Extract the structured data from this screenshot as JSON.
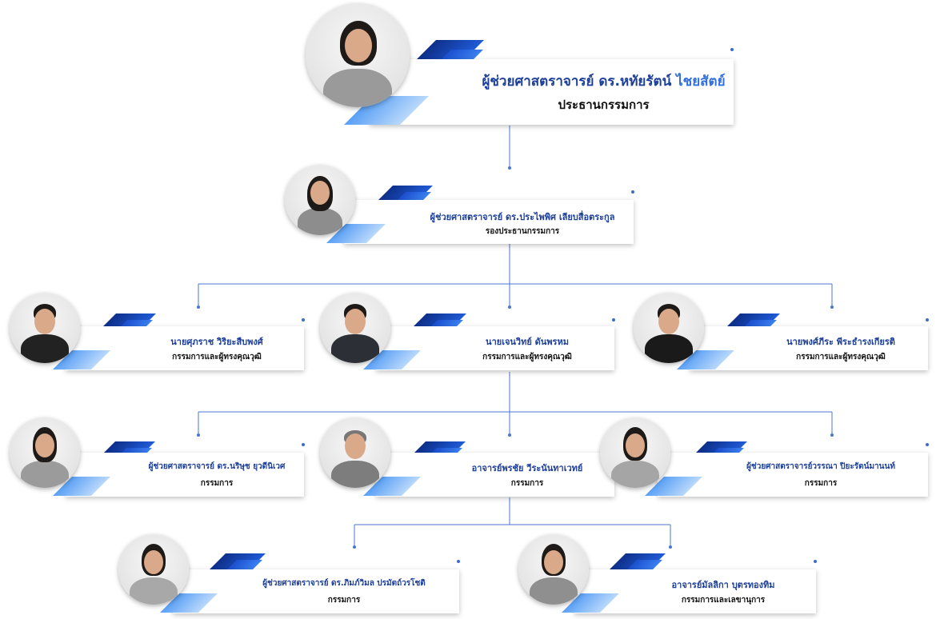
{
  "members": [
    {
      "id": "chair",
      "first": "ผู้ช่วยศาสตราจารย์ ดร.หทัยรัตน์",
      "last": "ไชยสัตย์",
      "role": "ประธานกรรมการ"
    },
    {
      "id": "vice",
      "name": "ผู้ช่วยศาสตราจารย์ ดร.ประไพพิศ เลียบสื่อตระกูล",
      "role": "รองประธานกรรมการ"
    },
    {
      "id": "q1",
      "name": "นายศุภราช วิริยะสืบพงศ์",
      "role": "กรรมการและผู้ทรงคุณวุฒิ"
    },
    {
      "id": "q2",
      "name": "นายเจนวิทย์ ดันพรหม",
      "role": "กรรมการและผู้ทรงคุณวุฒิ"
    },
    {
      "id": "q3",
      "name": "นายพงศ์ภีระ พีระธำรงเกียรติ",
      "role": "กรรมการและผู้ทรงคุณวุฒิ"
    },
    {
      "id": "c1",
      "name": "ผู้ช่วยศาสตราจารย์ ดร.นริษุช ยุวดีนิเวศ",
      "role": "กรรมการ"
    },
    {
      "id": "c2",
      "name": "อาจารย์พรชัย วีระนันทาเวทย์",
      "role": "กรรมการ"
    },
    {
      "id": "c3",
      "name": "ผู้ช่วยศาสตราจารย์วรรณา ปิยะรัตน์มานนท์",
      "role": "กรรมการ"
    },
    {
      "id": "c4",
      "name": "ผู้ช่วยศาสตราจารย์ ดร.ภิมภ์วิมล ปรมัตถ์วรโชติ",
      "role": "กรรมการ"
    },
    {
      "id": "sec",
      "name": "อาจารย์มัลลิกา บุตรทองทิม",
      "role": "กรรมการและเลขานุการ"
    }
  ]
}
